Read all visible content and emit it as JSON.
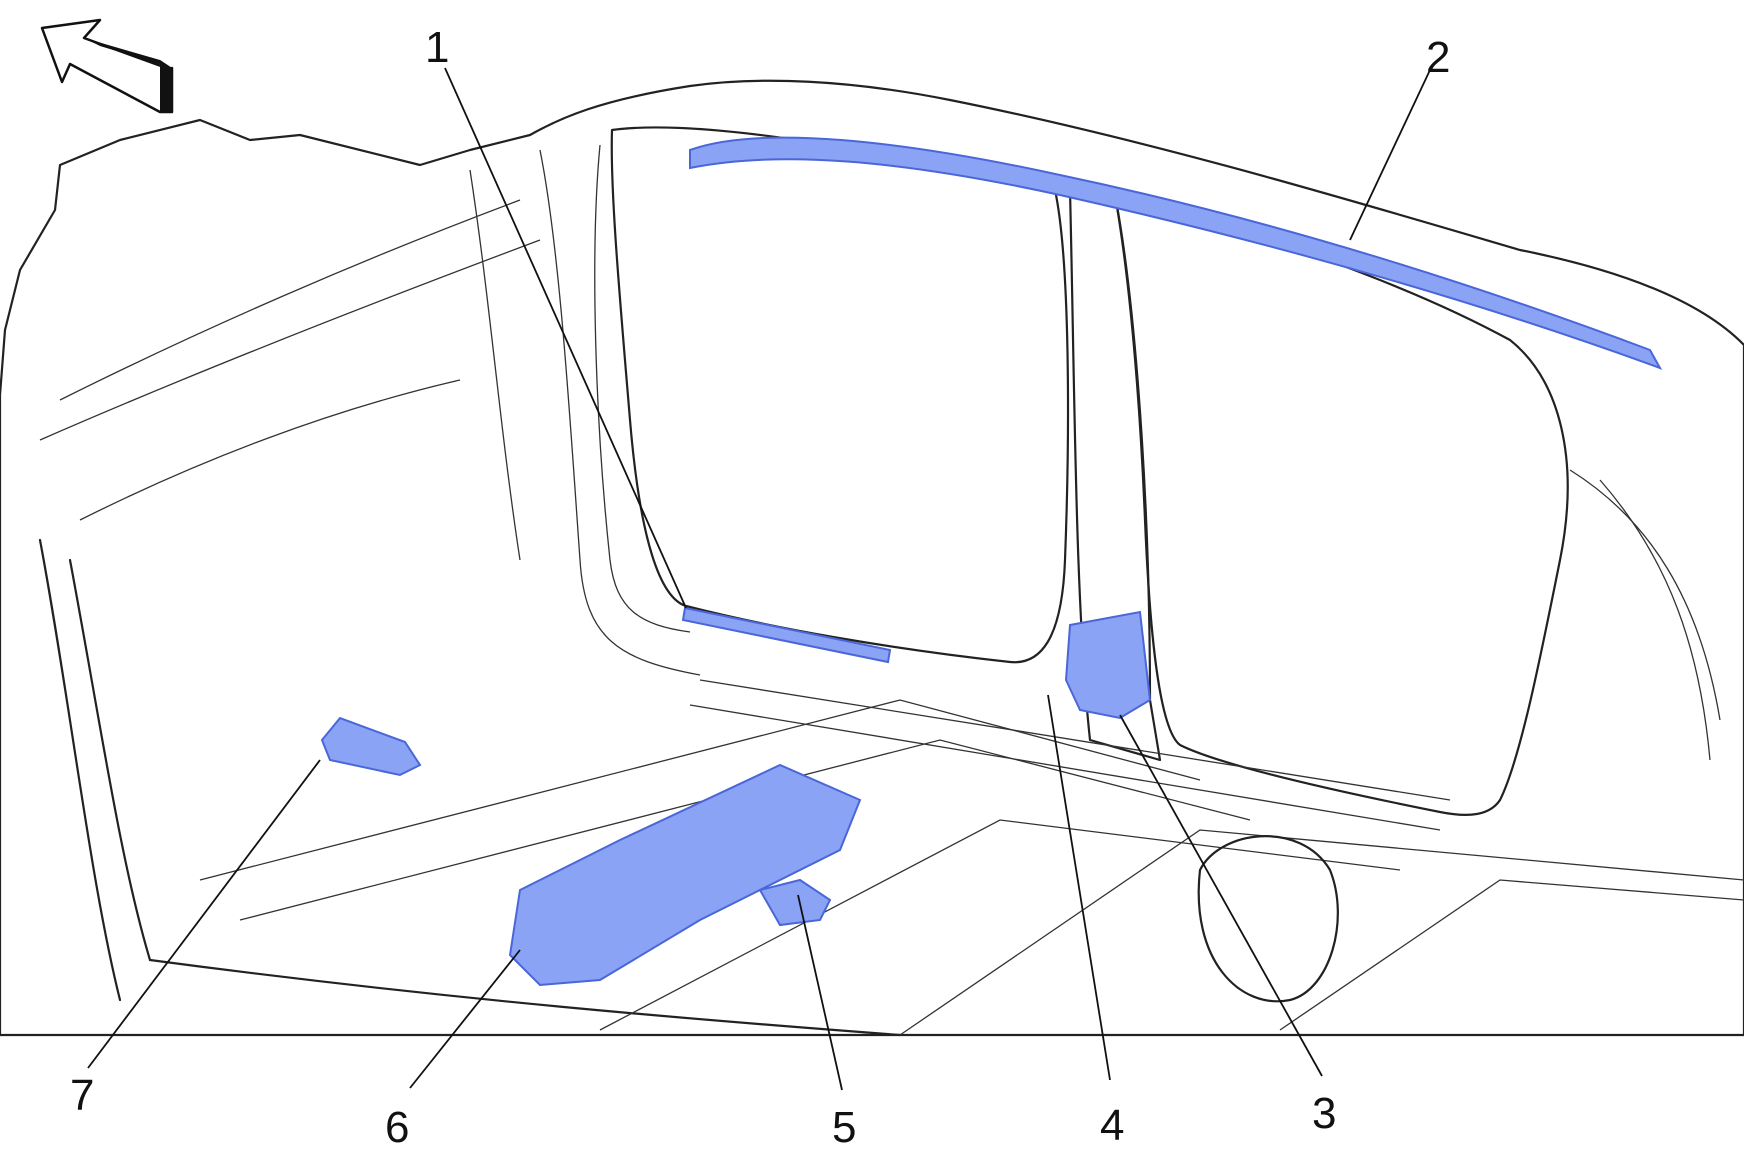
{
  "colors": {
    "body": "#c9c6b4",
    "glass": "#c6c4b3",
    "line": "#222222",
    "highlight": "#8aa3f5",
    "highlight_stroke": "#4a66d8",
    "background": "#ffffff"
  },
  "icons": {
    "direction": "front-direction-arrow-icon"
  },
  "callouts": [
    {
      "id": "1",
      "label": "1"
    },
    {
      "id": "2",
      "label": "2"
    },
    {
      "id": "3",
      "label": "3"
    },
    {
      "id": "4",
      "label": "4"
    },
    {
      "id": "5",
      "label": "5"
    },
    {
      "id": "6",
      "label": "6"
    },
    {
      "id": "7",
      "label": "7"
    }
  ]
}
